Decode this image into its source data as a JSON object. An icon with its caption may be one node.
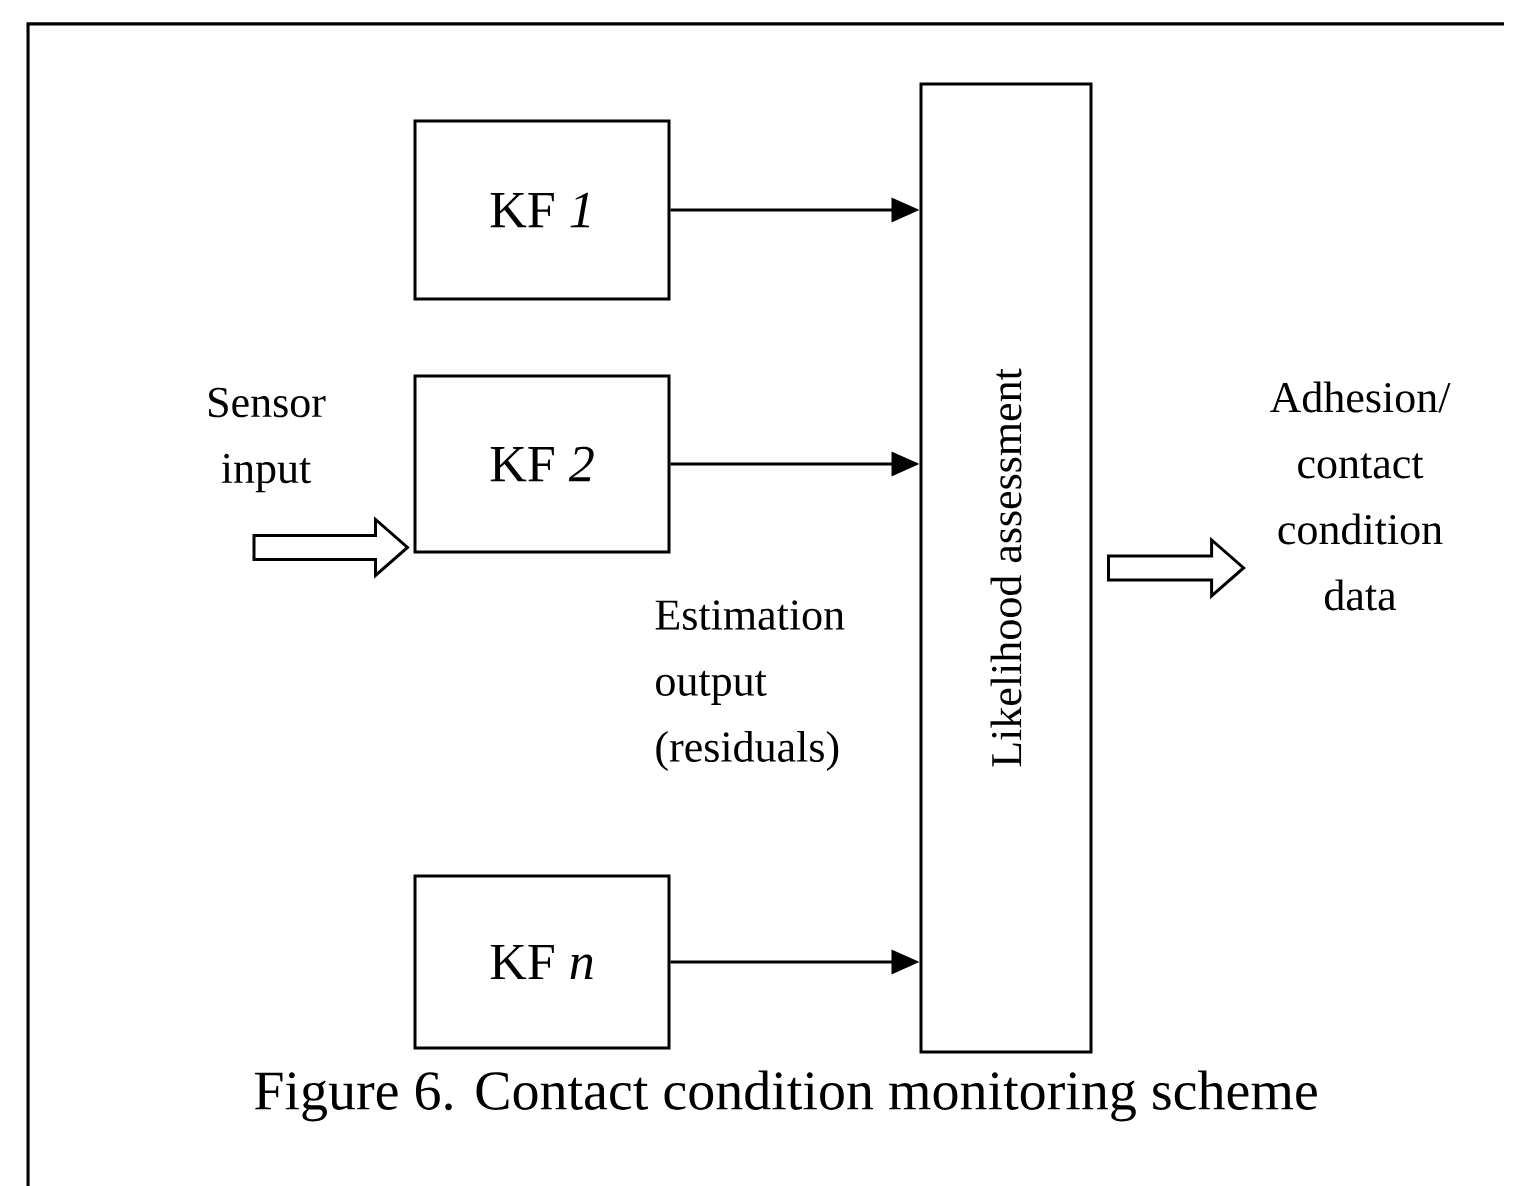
{
  "diagram": {
    "caption": "Figure 6. Contact condition monitoring scheme",
    "nodes": [
      {
        "text": [
          "KF *1*"
        ]
      },
      {
        "text": [
          "KF *2*"
        ]
      },
      {
        "text": [
          "KF *n*"
        ]
      },
      {
        "text": [
          "Likelihood assessment"
        ]
      },
      {
        "text": [
          "Sensor input"
        ]
      },
      {
        "text": [
          "Adhesion/ contact condition data"
        ]
      }
    ],
    "edges": [
      {
        "from": 0,
        "to": 3,
        "arrow": "to"
      },
      {
        "from": 1,
        "to": 3,
        "arrow": "to"
      },
      {
        "from": 2,
        "to": 3,
        "arrow": "to"
      },
      {
        "from": 4,
        "to": 1,
        "arrow": "to",
        "style": "thick"
      },
      {
        "from": 3,
        "to": 5,
        "arrow": "to",
        "style": "thick"
      }
    ],
    "labels": [
      "Estimation output (residuals)"
    ]
  }
}
